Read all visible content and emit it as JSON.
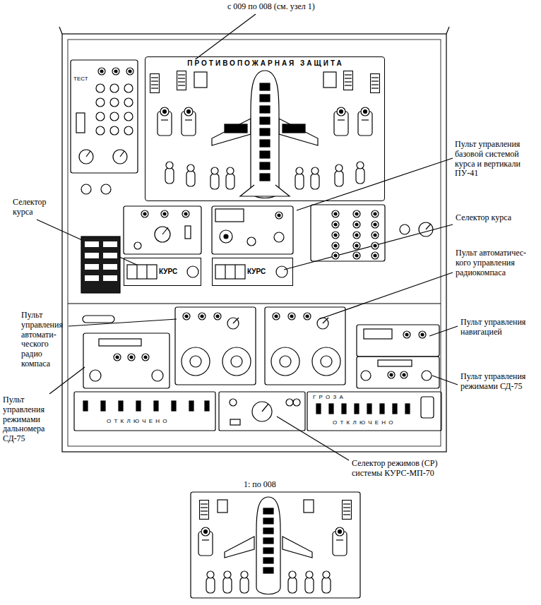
{
  "diagram": {
    "nodes": [
      {
        "text": [
          "ПРОТИВОПОЖАРНАЯ ЗАЩИТА"
        ]
      },
      {
        "text": [
          "КУРС"
        ]
      },
      {
        "text": [
          "КУРС"
        ]
      }
    ],
    "labels": [
      "с 009 по 008 (см. узел 1)",
      "Пульт управления базовой системой курса и вертикали ПУ-41",
      "Селектор курса",
      "Селектор курса",
      "Пульт автоматичес- кого управления радиокомпаса",
      "Пульт управления автомати- ческого радио компаса",
      "Пульт управления навигацией",
      "Пульт управления режимами СД-75",
      "Пульт управления режимами дальномера СД-75",
      "Селектор режимов (СР) системы КУРС-МП-70",
      "1: по 008",
      "ТЕСТ",
      "О Т К Л Ю Ч Е Н О",
      "Г Р О З А",
      "О Т К Л Ю Ч Е Н О"
    ]
  }
}
